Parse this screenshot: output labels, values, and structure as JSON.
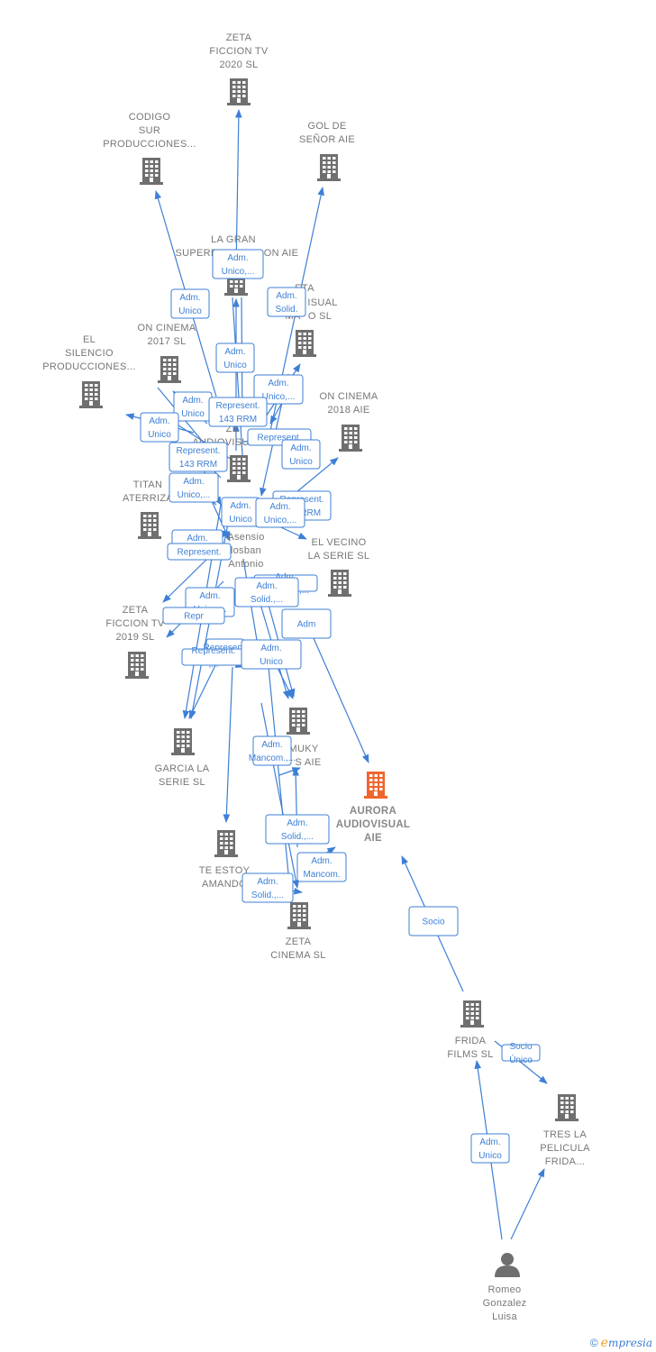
{
  "colors": {
    "edge": "#3d7fd6",
    "building": "#6f6f6f",
    "focus": "#f0652f",
    "label": "#777777"
  },
  "nodes": [
    {
      "id": "zeta2020",
      "icon": "building-icon",
      "lines": [
        "ZETA",
        "FICCION TV",
        "2020  SL"
      ]
    },
    {
      "id": "codigo",
      "icon": "building-icon",
      "lines": [
        "CODIGO",
        "SUR",
        "PRODUCCIONES..."
      ]
    },
    {
      "id": "gol",
      "icon": "building-icon",
      "lines": [
        "GOL DE",
        "SEÑOR AIE"
      ]
    },
    {
      "id": "lagran",
      "icon": "building-icon",
      "lines": [
        "LA GRAN",
        "SUPERP",
        "ON AIE"
      ]
    },
    {
      "id": "zetaaud",
      "icon": "building-icon",
      "lines": [
        "ETA",
        "ISUAL",
        "MA",
        "O  SL"
      ]
    },
    {
      "id": "oncinema2017",
      "icon": "building-icon",
      "lines": [
        "ON CINEMA",
        "2017  SL"
      ]
    },
    {
      "id": "silencio",
      "icon": "building-icon",
      "lines": [
        "EL",
        "SILENCIO",
        "PRODUCCIONES..."
      ]
    },
    {
      "id": "oncinema2018",
      "icon": "building-icon",
      "lines": [
        "ON CINEMA",
        "2018  AIE"
      ]
    },
    {
      "id": "zetaaud2",
      "icon": "building-icon",
      "lines": [
        "ZE",
        "AUDIOVISU"
      ]
    },
    {
      "id": "titan",
      "icon": "building-icon",
      "lines": [
        "TITAN",
        "ATERRIZA"
      ]
    },
    {
      "id": "asensio",
      "icon": "person-icon",
      "lines": [
        "Asensio",
        "losban",
        "Antonio"
      ]
    },
    {
      "id": "vecino",
      "icon": "building-icon",
      "lines": [
        "EL VECINO",
        "LA SERIE  SL"
      ]
    },
    {
      "id": "zeta2019",
      "icon": "building-icon",
      "lines": [
        "ZETA",
        "FICCION TV",
        "2019  SL"
      ]
    },
    {
      "id": "muky",
      "icon": "building-icon",
      "lines": [
        "MUKY",
        "S AIE"
      ]
    },
    {
      "id": "garcia",
      "icon": "building-icon",
      "lines": [
        "GARCIA LA",
        "SERIE  SL"
      ]
    },
    {
      "id": "aurora",
      "icon": "building-icon",
      "focus": true,
      "lines": [
        "AURORA",
        "AUDIOVISUAL",
        "AIE"
      ]
    },
    {
      "id": "teestoy",
      "icon": "building-icon",
      "lines": [
        "TE ESTOY",
        "AMANDO"
      ]
    },
    {
      "id": "zetacinema",
      "icon": "building-icon",
      "lines": [
        "ZETA",
        "CINEMA SL"
      ]
    },
    {
      "id": "frida",
      "icon": "building-icon",
      "lines": [
        "FRIDA",
        "FILMS SL"
      ]
    },
    {
      "id": "tres",
      "icon": "building-icon",
      "lines": [
        "TRES LA",
        "PELICULA",
        "FRIDA..."
      ]
    },
    {
      "id": "romeo",
      "icon": "person-icon",
      "lines": [
        "Romeo",
        "Gonzalez",
        "Luisa"
      ]
    }
  ],
  "edges": [
    {
      "label": [
        "Adm.",
        "Unico,..."
      ]
    },
    {
      "label": [
        "Adm.",
        "Unico"
      ]
    },
    {
      "label": [
        "Adm.",
        "Solid."
      ]
    },
    {
      "label": [
        "Adm.",
        "Unico"
      ]
    },
    {
      "label": [
        "Adm.",
        "Unico,..."
      ]
    },
    {
      "label": [
        "Adm.",
        "Unico"
      ]
    },
    {
      "label": [
        "Represent.",
        "143 RRM"
      ]
    },
    {
      "label": [
        "Adm.",
        "Unico"
      ]
    },
    {
      "label": [
        "Represent."
      ]
    },
    {
      "label": [
        "Adm.",
        "Unico"
      ]
    },
    {
      "label": [
        "Represent.",
        "143 RRM"
      ]
    },
    {
      "label": [
        "Adm.",
        "Unico,..."
      ]
    },
    {
      "label": [
        "Represent.",
        "143 RRM"
      ]
    },
    {
      "label": [
        "Adm.",
        "Unico"
      ]
    },
    {
      "label": [
        "Adm.",
        "Unico,..."
      ]
    },
    {
      "label": [
        "Adm.",
        "Represent."
      ]
    },
    {
      "label": [
        "Represent."
      ]
    },
    {
      "label": [
        "Adm.",
        "Mancom.,..."
      ]
    },
    {
      "label": [
        "Adm.",
        "Unico,..."
      ]
    },
    {
      "label": [
        "Repr"
      ]
    },
    {
      "label": [
        "Adm.",
        "Solid.,..."
      ]
    },
    {
      "label": [
        "Adm"
      ]
    },
    {
      "label": [
        "Represent."
      ]
    },
    {
      "label": [
        "Represent.",
        ",..."
      ]
    },
    {
      "label": [
        "Adm.",
        "Unico"
      ]
    },
    {
      "label": [
        "Adm.",
        "Mancom.,..."
      ]
    },
    {
      "label": [
        "Adm.",
        "Solid.,..."
      ]
    },
    {
      "label": [
        "Adm.",
        "Mancom."
      ]
    },
    {
      "label": [
        "Adm.",
        "Solid.,..."
      ]
    },
    {
      "label": [
        "Socio"
      ]
    },
    {
      "label": [
        "Socio",
        "Único"
      ]
    },
    {
      "label": [
        "Adm.",
        "Unico"
      ]
    }
  ],
  "brand": {
    "copyright": "©",
    "initial": "e",
    "rest": "mpresia"
  }
}
